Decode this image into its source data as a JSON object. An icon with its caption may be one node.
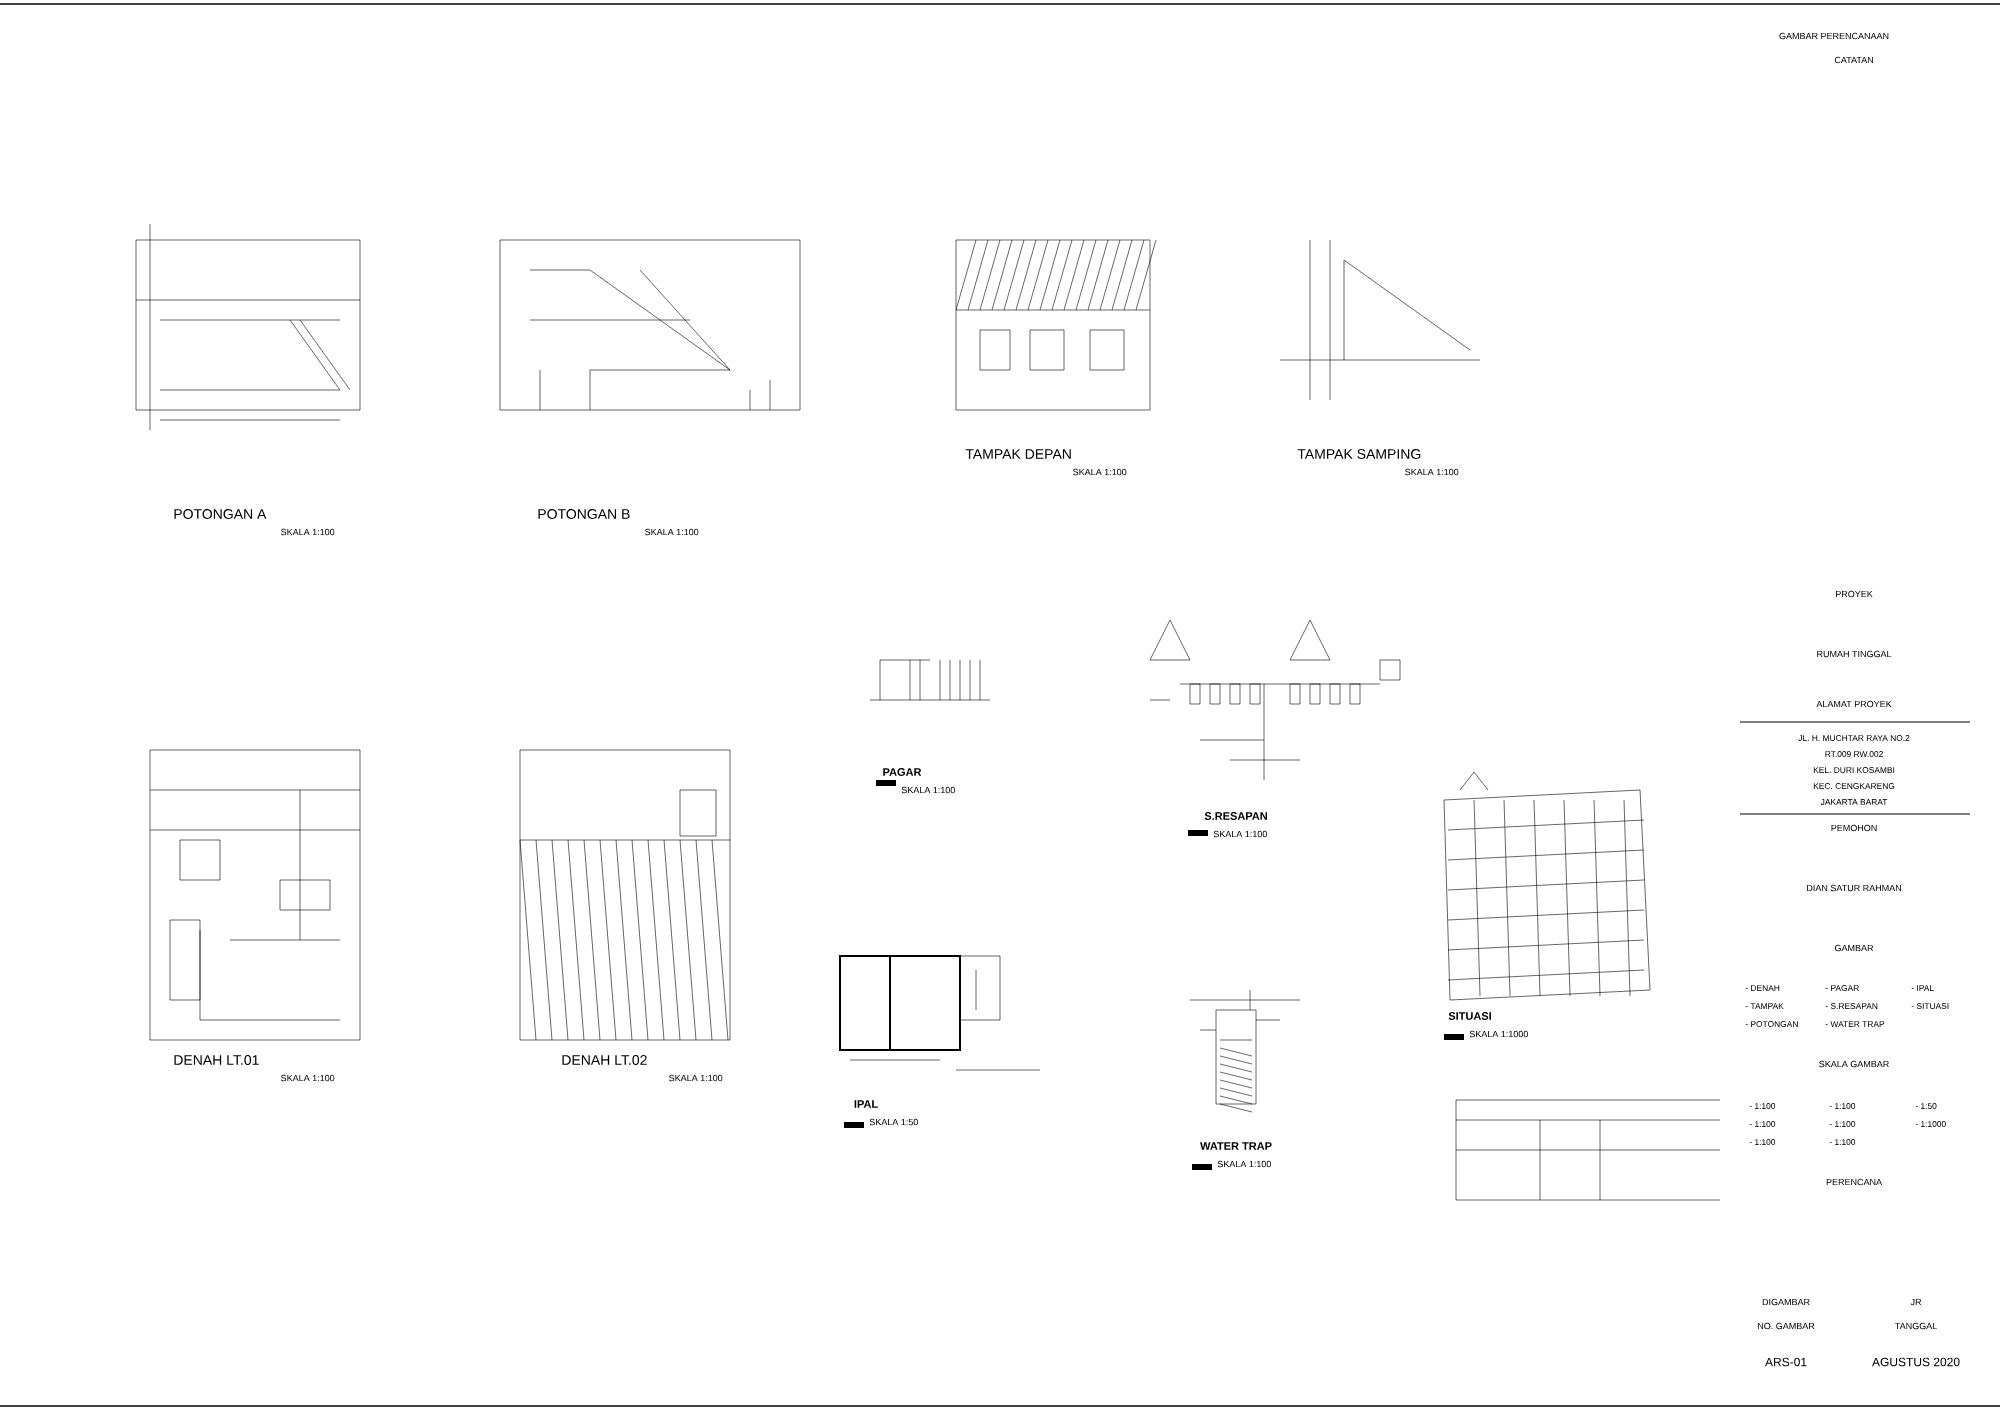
{
  "diagram": {
    "labels": [
      "GAMBAR PERENCANAAN",
      "CATATAN",
      "POTONGAN A",
      "SKALA 1:100",
      "POTONGAN B",
      "SKALA 1:100",
      "TAMPAK DEPAN",
      "SKALA 1:100",
      "TAMPAK SAMPING",
      "SKALA 1:100",
      "PAGAR",
      "SKALA 1:100",
      "S.RESAPAN",
      "SKALA 1:100",
      "DENAH LT.01",
      "SKALA 1:100",
      "DENAH LT.02",
      "SKALA 1:100",
      "IPAL",
      "SKALA 1:50",
      "WATER TRAP",
      "SKALA 1:100",
      "SITUASI",
      "SKALA 1:1000",
      "PROYEK",
      "RUMAH TINGGAL",
      "ALAMAT PROYEK",
      "JL. H. MUCHTAR RAYA NO.2",
      "RT.009 RW.002",
      "KEL. DURI KOSAMBI",
      "KEC. CENGKARENG",
      "JAKARTA BARAT",
      "PEMOHON",
      "DIAN SATUR RAHMAN",
      "GAMBAR",
      "- DENAH",
      "- PAGAR",
      "- IPAL",
      "- TAMPAK",
      "- S.RESAPAN",
      "- SITUASI",
      "- POTONGAN",
      "- WATER TRAP",
      "SKALA GAMBAR",
      "- 1:100",
      "- 1:100",
      "- 1:50",
      "- 1:100",
      "- 1:100",
      "- 1:1000",
      "- 1:100",
      "- 1:100",
      "PERENCANA",
      "DIGAMBAR",
      "JR",
      "NO. GAMBAR",
      "TANGGAL",
      "ARS-01",
      "AGUSTUS 2020"
    ]
  }
}
